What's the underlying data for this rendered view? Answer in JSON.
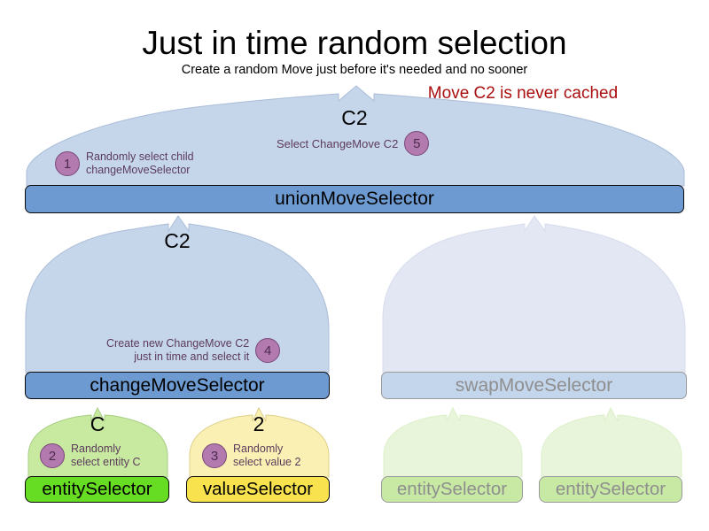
{
  "header": {
    "title": "Just in time random selection",
    "subtitle": "Create a random Move just before it's needed and no sooner",
    "note": "Move C2 is never cached",
    "note_color": "#aa0f0f"
  },
  "flow_labels": {
    "top": "C2",
    "middle": "C2",
    "entity": "C",
    "value": "2"
  },
  "steps": [
    {
      "number": "1",
      "text": "Randomly select child\nchangeMoveSelector"
    },
    {
      "number": "2",
      "text": "Randomly\nselect entity C"
    },
    {
      "number": "3",
      "text": "Randomly\nselect value 2"
    },
    {
      "number": "4",
      "text": "Create new ChangeMove C2\njust in time and select it"
    },
    {
      "number": "5",
      "text": "Select ChangeMove C2"
    }
  ],
  "nodes": {
    "union": {
      "label": "unionMoveSelector",
      "state": "active",
      "color": "#6d9bd1"
    },
    "change": {
      "label": "changeMoveSelector",
      "state": "active",
      "color": "#6d9bd1"
    },
    "swap": {
      "label": "swapMoveSelector",
      "state": "faded",
      "color": "#c4d6ec"
    },
    "entity_1": {
      "label": "entitySelector",
      "state": "active",
      "color": "#66dd22"
    },
    "value": {
      "label": "valueSelector",
      "state": "active",
      "color": "#f8e24d"
    },
    "entity_2": {
      "label": "entitySelector",
      "state": "faded",
      "color": "#c8e9a4"
    },
    "entity_3": {
      "label": "entitySelector",
      "state": "faded",
      "color": "#c8e9a4"
    }
  },
  "arrows": {
    "union_out": {
      "state": "active",
      "color": "#c5d5ea"
    },
    "change_to_union": {
      "state": "active",
      "color": "#c5d5ea"
    },
    "swap_to_union": {
      "state": "faded",
      "color": "#e2e7f3"
    },
    "entity_to_change": {
      "state": "active",
      "color": "#c7e9a0"
    },
    "value_to_change": {
      "state": "active",
      "color": "#fbf0b4"
    },
    "entity2_to_swap": {
      "state": "faded",
      "color": "#e8f5da"
    },
    "entity3_to_swap": {
      "state": "faded",
      "color": "#e8f5da"
    }
  }
}
